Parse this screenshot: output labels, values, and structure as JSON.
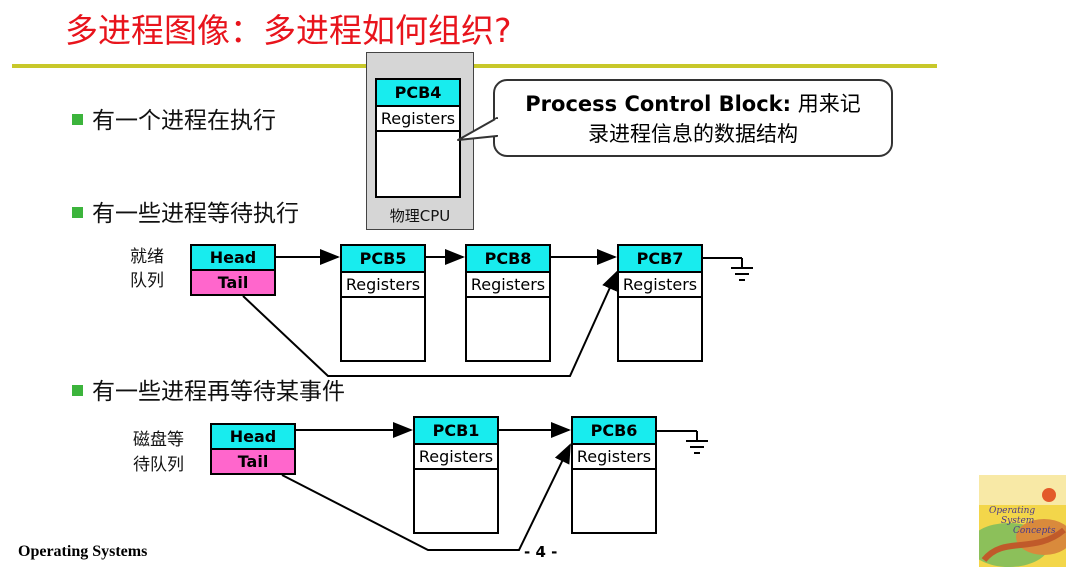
{
  "slide": {
    "title": "多进程图像：多进程如何组织?",
    "bullets": [
      "有一个进程在执行",
      "有一些进程等待执行",
      "有一些进程再等待某事件"
    ],
    "footer": "Operating Systems",
    "page_number": "- 4 -"
  },
  "cpu": {
    "label": "物理CPU",
    "pcb": {
      "name": "PCB4",
      "field": "Registers"
    }
  },
  "callout": {
    "bold_text": "Process Control Block:",
    "text_line1": " 用来记",
    "text_line2": "录进程信息的数据结构"
  },
  "ready_queue": {
    "label_line1": "就绪",
    "label_line2": "队列",
    "head": "Head",
    "tail": "Tail",
    "pcbs": [
      {
        "name": "PCB5",
        "field": "Registers"
      },
      {
        "name": "PCB8",
        "field": "Registers"
      },
      {
        "name": "PCB7",
        "field": "Registers"
      }
    ]
  },
  "wait_queue": {
    "label_line1": "磁盘等",
    "label_line2": "待队列",
    "head": "Head",
    "tail": "Tail",
    "pcbs": [
      {
        "name": "PCB1",
        "field": "Registers"
      },
      {
        "name": "PCB6",
        "field": "Registers"
      }
    ]
  },
  "book_cover": {
    "title_line1": "Operating",
    "title_line2": "System",
    "title_line3": "Concepts"
  },
  "colors": {
    "title": "#e8141c",
    "pcb_header": "#18ecee",
    "tail": "#ff66cc",
    "bullet": "#3cb43c",
    "rule": "#c8c82a"
  }
}
